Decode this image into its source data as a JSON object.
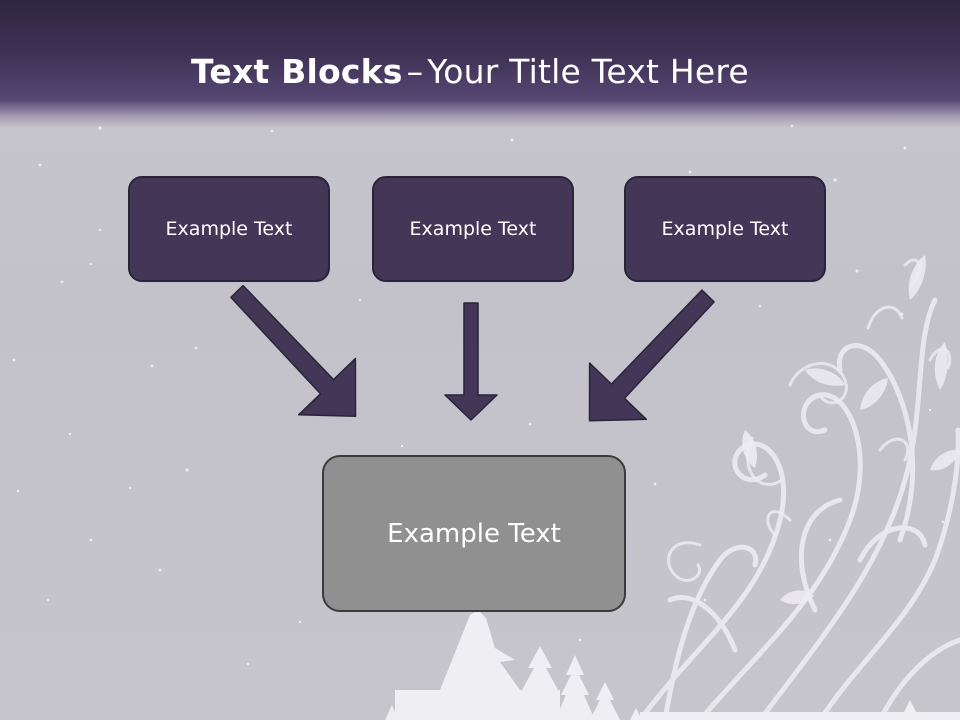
{
  "slide": {
    "title_bold": "Text Blocks",
    "title_separator": "–",
    "title_rest": "Your Title Text Here",
    "blocks": [
      {
        "label": "Example Text"
      },
      {
        "label": "Example Text"
      },
      {
        "label": "Example Text"
      }
    ],
    "result_block": {
      "label": "Example Text"
    }
  },
  "colors": {
    "header_dark": "#2f2640",
    "header_mid": "#574774",
    "block_fill": "#433657",
    "result_fill": "#909090",
    "background": "#c6c4cb",
    "ornament": "#ebe9ef"
  },
  "icons": {
    "arrows": [
      "arrow-down-right-icon",
      "arrow-down-icon",
      "arrow-down-left-icon"
    ],
    "decoration": [
      "floral-swirl-ornament",
      "tree-silhouette",
      "snow-dots"
    ]
  }
}
